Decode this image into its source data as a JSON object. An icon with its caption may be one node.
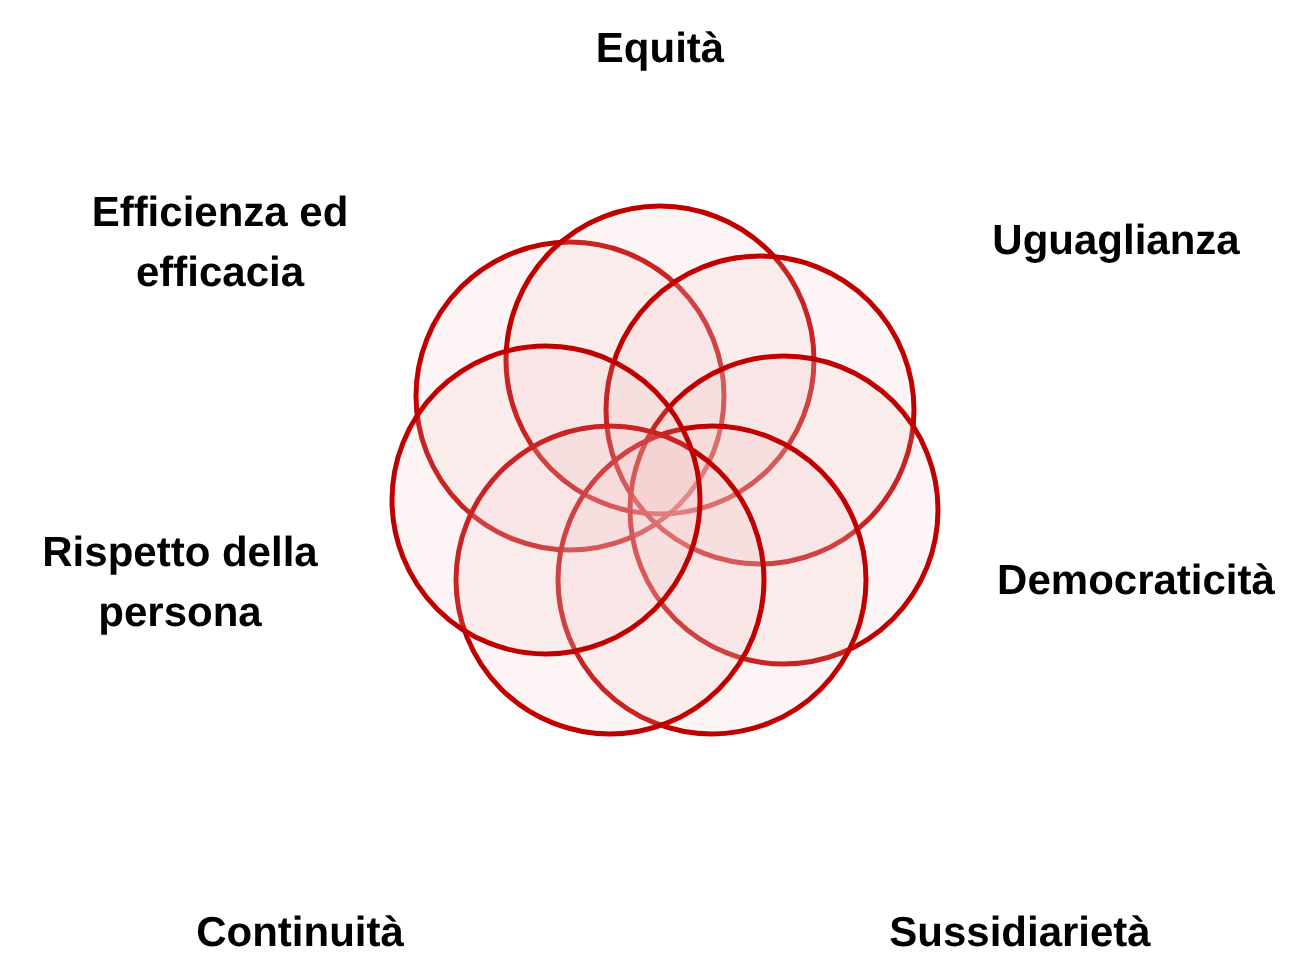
{
  "diagram": {
    "labels": [
      "Equità",
      "Efficienza ed efficacia",
      "Uguaglianza",
      "Rispetto della persona",
      "Democraticità",
      "Continuità",
      "Sussidiarietà"
    ]
  }
}
